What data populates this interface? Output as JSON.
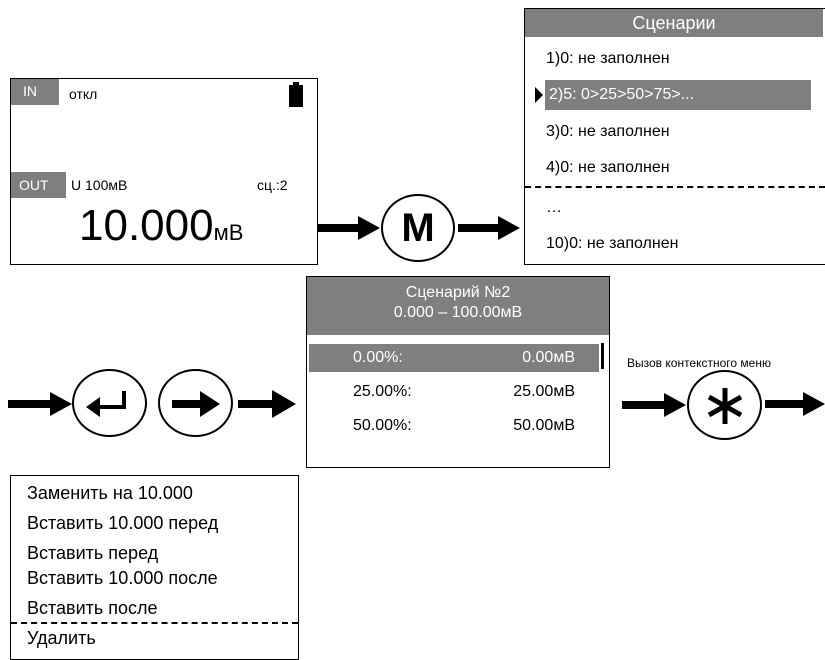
{
  "display": {
    "in_tag": "IN",
    "in_state": "откл",
    "out_tag": "OUT",
    "out_range": "U 100мВ",
    "scenario_no": "сц.:2",
    "value": "10.000",
    "value_unit": "мВ"
  },
  "scenarios": {
    "title": "Сценарии",
    "items": [
      "1)0: не заполнен",
      "2)5: 0>25>50>75>...",
      "3)0: не заполнен",
      "4)0: не заполнен",
      "…",
      "10)0: не заполнен"
    ],
    "selected_index": 1
  },
  "scenario_detail": {
    "title": "Сценарий №2",
    "range": "0.000 – 100.00мВ",
    "rows": [
      {
        "pct": "0.00%:",
        "val": "0.00мВ"
      },
      {
        "pct": "25.00%:",
        "val": "25.00мВ"
      },
      {
        "pct": "50.00%:",
        "val": "50.00мВ"
      }
    ],
    "selected_index": 0
  },
  "context_caption": "Вызов контекстного меню",
  "buttons": {
    "m_label": "M",
    "star_label": "*"
  },
  "context_menu": {
    "items": [
      "Заменить на 10.000",
      "Вставить 10.000 перед",
      "Вставить перед",
      "Вставить 10.000 после",
      "Вставить после",
      "Удалить"
    ]
  },
  "colors": {
    "header_gray": "#7f7f7f",
    "text": "#000000",
    "background": "#ffffff"
  }
}
